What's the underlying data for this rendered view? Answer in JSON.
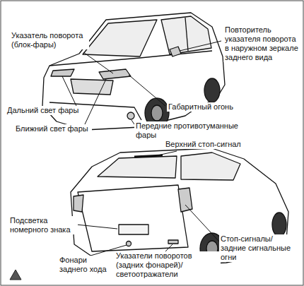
{
  "diagram": {
    "labels": [
      "Указатель поворота (блок-фары)",
      "Повторитель указателя поворота в наружном зеркале заднего вида",
      "Дальний свет фары",
      "Габаритный огонь",
      "Ближний свет фары",
      "Передние противотуманные фары",
      "Верхний стоп-сигнал",
      "Подсветка номерного знака",
      "Стоп-сигналы/ задние сигнальные огни",
      "Фонари заднего хода",
      "Указатели поворотов (задних фонарей)/светоотражатели"
    ]
  }
}
